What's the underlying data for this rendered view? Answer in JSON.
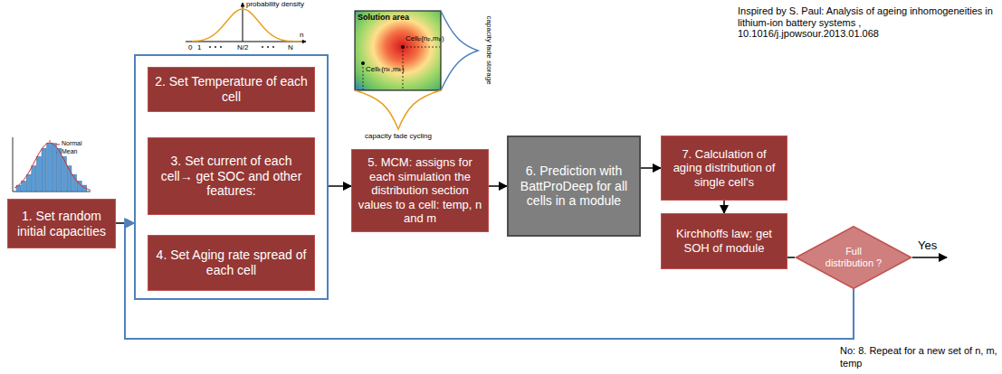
{
  "diagram": {
    "nodes": [
      {
        "text": [
          "1. Set random initial capacities"
        ]
      },
      {
        "text": []
      },
      {
        "text": [
          "2. Set Temperature of each cell"
        ],
        "in": 1
      },
      {
        "text": [
          "3. Set current of each cell→ get SOC and other features:"
        ],
        "in": 1
      },
      {
        "text": [
          "4. Set Aging rate spread of each cell"
        ],
        "in": 1
      },
      {
        "text": [
          "5. MCM: assigns for each simulation the distribution section values to a cell: temp, n and m"
        ]
      },
      {
        "text": [
          "6. Prediction with BattProDeep for all cells in a module"
        ]
      },
      {
        "text": [
          "7. Calculation of aging distribution of single cell's"
        ]
      },
      {
        "text": [
          "Kirchhoffs law: get SOH of module"
        ]
      },
      {
        "text": [
          "Full distribution ?"
        ]
      }
    ],
    "edges": [
      {
        "from": 0,
        "to": 1,
        "arrow": "to"
      },
      {
        "from": 1,
        "to": 5,
        "arrow": "to"
      },
      {
        "from": 5,
        "to": 6,
        "arrow": "to"
      },
      {
        "from": 6,
        "to": 7,
        "arrow": "to"
      },
      {
        "from": 7,
        "to": 8,
        "arrow": "to"
      },
      {
        "from": 8,
        "to": 9,
        "arrow": "none"
      },
      {
        "from": 9,
        "to": 1,
        "label": "No: 8. Repeat for a new set of n, m, temp",
        "arrow": "to"
      }
    ],
    "labels": [
      "probability density",
      "0",
      "1",
      "N/2",
      "N",
      "n",
      "Normal",
      "Mean",
      "Solution area",
      "Cellₖ(nₖ,mₖ)",
      "Cellₚ(nₚ,mₚ)",
      "capacity fade storage",
      "capacity fade cycling",
      "Yes",
      "Inspired by  S. Paul: Analysis of ageing inhomogeneities in lithium-ion battery systems , 10.1016/j.jpowsour.2013.01.068"
    ]
  }
}
